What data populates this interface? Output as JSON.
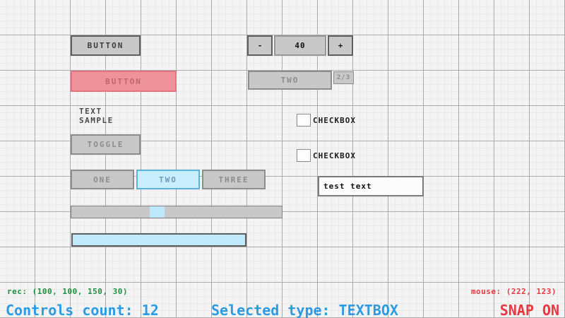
{
  "canvas": {
    "controls": {
      "button_default": {
        "label": "BUTTON"
      },
      "button_selected": {
        "label": "BUTTON",
        "rec": "(100, 100, 150, 30)"
      },
      "label_sample": {
        "text": "TEXT SAMPLE"
      },
      "toggle": {
        "label": "TOGGLE"
      },
      "toggle_group": {
        "options": [
          "ONE",
          "TWO",
          "THREE"
        ],
        "active": "TWO"
      },
      "spinner": {
        "minus_label": "-",
        "value": "40",
        "plus_label": "+"
      },
      "combobox": {
        "selected": "TWO",
        "counter": "2/3"
      },
      "checkbox_1": {
        "label": "CHECKBOX",
        "checked": false
      },
      "checkbox_2": {
        "label": "CHECKBOX",
        "checked": false
      },
      "textbox": {
        "value": "test text"
      },
      "slider": {
        "handle_position_pct": 40
      },
      "progressbar": {
        "value_pct": 100
      }
    }
  },
  "statusbar": {
    "rec": "rec: (100, 100, 150, 30)",
    "mouse": "mouse: (222, 123)",
    "controls_count": "Controls count: 12",
    "selected_type": "Selected type: TEXTBOX",
    "snap": "SNAP ON"
  },
  "colors": {
    "accent_blue": "#2b9be4",
    "status_green": "#1f8f3f",
    "status_red": "#e5383f",
    "control_fill": "#c8c8c8",
    "control_border": "#8d8d8d",
    "control_text": "#8c8c8c",
    "dark_border": "#5f5f5f",
    "selected_fill": "#f0929a",
    "selected_border": "#e5737e",
    "selected_text": "#bb6770",
    "focused_fill": "#c9effe",
    "focused_border": "#5bb2d9",
    "focused_text": "#6c9bbc",
    "cyan_fill": "#bde7fa"
  }
}
